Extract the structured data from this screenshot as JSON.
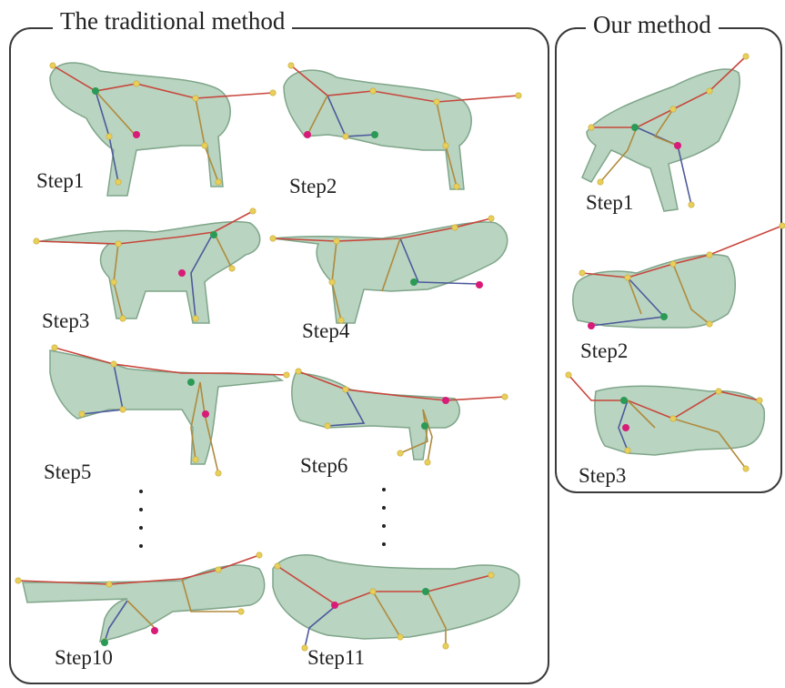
{
  "traditional": {
    "title": "The traditional method",
    "steps": [
      "Step1",
      "Step2",
      "Step3",
      "Step4",
      "Step5",
      "Step6",
      "Step10",
      "Step11"
    ]
  },
  "ours": {
    "title": "Our method",
    "steps": [
      "Step1",
      "Step2",
      "Step3"
    ]
  },
  "colors": {
    "mesh_fill": "#a8c9b0",
    "mesh_stroke": "#7fa58a",
    "bone": "#b08a3c",
    "bone_red": "#c8463c",
    "bone_blue": "#4d5a9c",
    "joint": "#e8cf5a",
    "joint_active": "#2a9a55",
    "joint_target": "#d81b78",
    "frame": "#3a3a3a"
  }
}
